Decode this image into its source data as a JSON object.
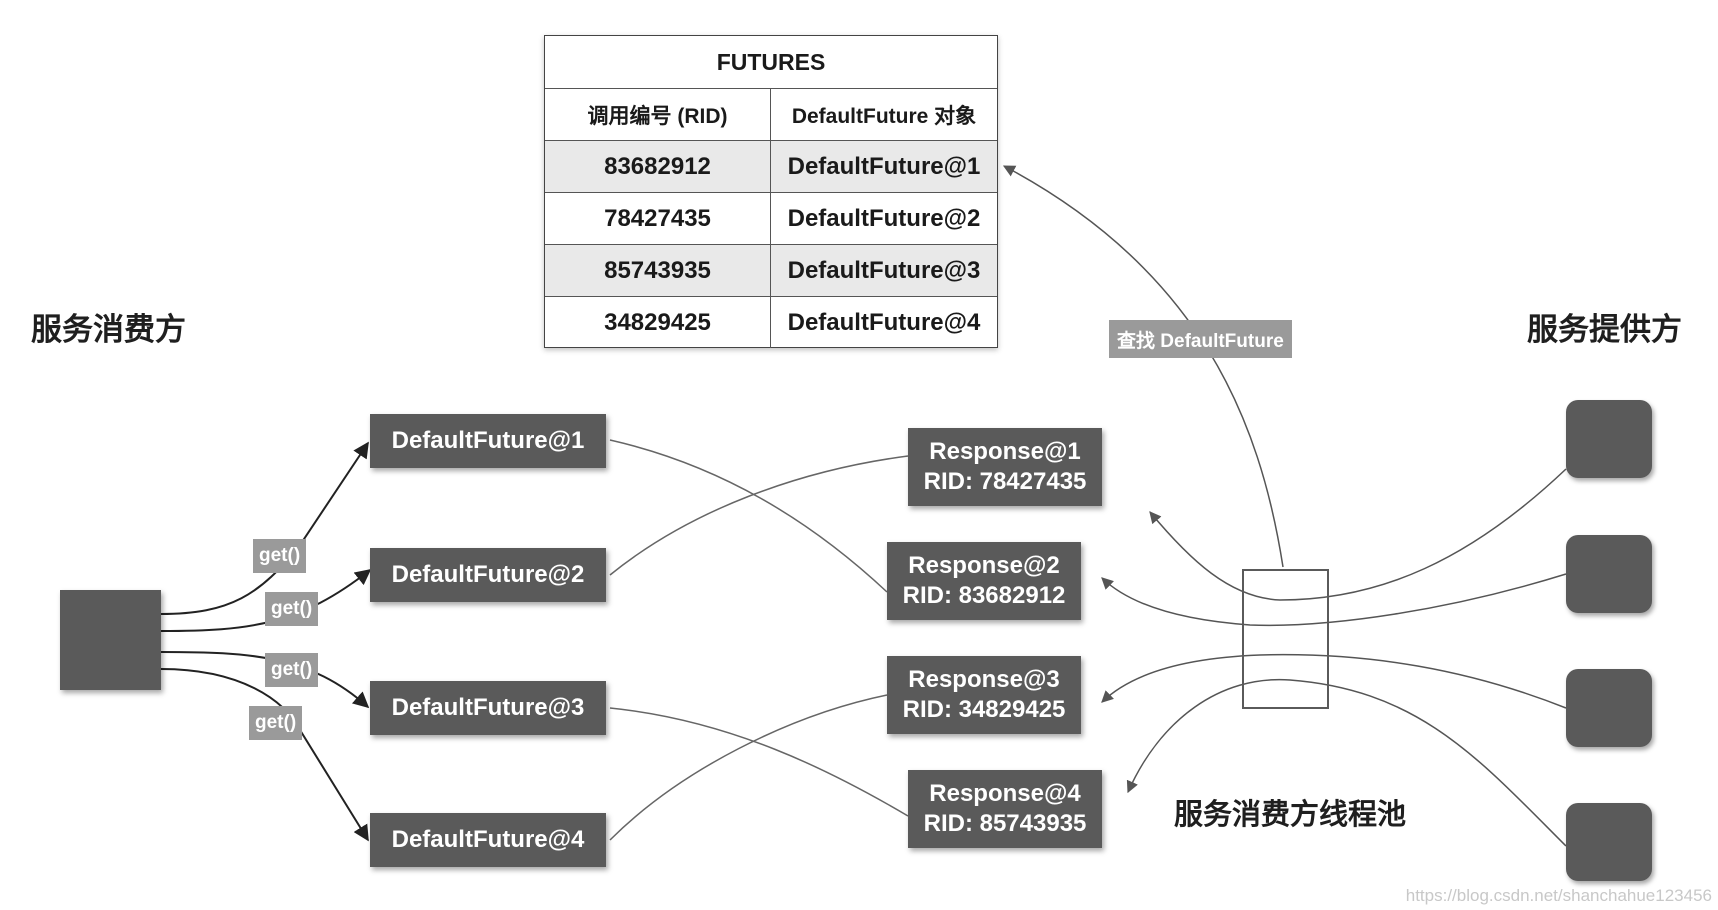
{
  "titles": {
    "consumer": "服务消费方",
    "provider": "服务提供方",
    "pool": "服务消费方线程池"
  },
  "futures_table": {
    "caption": "FUTURES",
    "headers": [
      "调用编号 (RID)",
      "DefaultFuture 对象"
    ],
    "rows": [
      {
        "rid": "83682912",
        "future": "DefaultFuture@1"
      },
      {
        "rid": "78427435",
        "future": "DefaultFuture@2"
      },
      {
        "rid": "85743935",
        "future": "DefaultFuture@3"
      },
      {
        "rid": "34829425",
        "future": "DefaultFuture@4"
      }
    ]
  },
  "futures": [
    "DefaultFuture@1",
    "DefaultFuture@2",
    "DefaultFuture@3",
    "DefaultFuture@4"
  ],
  "responses": [
    {
      "name": "Response@1",
      "rid": "RID: 78427435"
    },
    {
      "name": "Response@2",
      "rid": "RID: 83682912"
    },
    {
      "name": "Response@3",
      "rid": "RID: 34829425"
    },
    {
      "name": "Response@4",
      "rid": "RID: 85743935"
    }
  ],
  "get_labels": [
    "get()",
    "get()",
    "get()",
    "get()"
  ],
  "lookup_label": "查找 DefaultFuture",
  "watermark": "https://blog.csdn.net/shanchahue123456",
  "colors": {
    "box": "#5a5a5a",
    "label": "#9a9a9a",
    "zebra": "#e9e9e9"
  }
}
